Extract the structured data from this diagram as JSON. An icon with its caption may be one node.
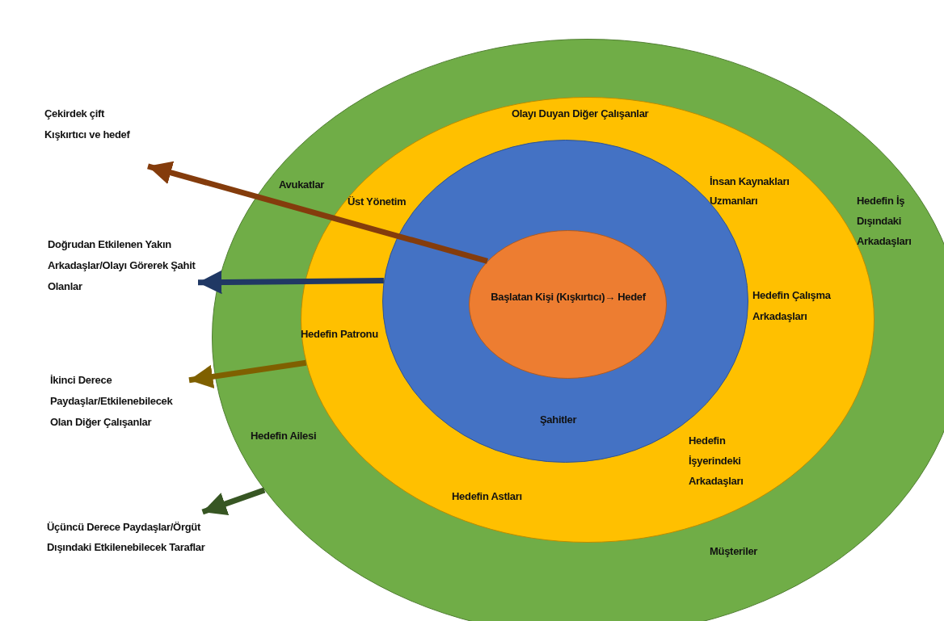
{
  "diagram": {
    "nodes": [
      {
        "text": [
          "Avukatlar",
          "Hedefin İş Dışındaki Arkadaşları",
          "Hedefin Ailesi",
          "Müşteriler"
        ]
      },
      {
        "text": [
          "Olayı Duyan Diğer Çalışanlar",
          "Üst Yönetim",
          "İnsan Kaynakları Uzmanları",
          "Hedefin Çalışma Arkadaşları",
          "Hedefin Patronu",
          "Hedefin İşyerindeki Arkadaşları",
          "Hedefin Astları"
        ],
        "in": 0
      },
      {
        "text": [
          "Şahitler"
        ],
        "in": 1
      },
      {
        "text": [
          "Başlatan Kişi (Kışkırtıcı)→ Hedef"
        ],
        "in": 2
      },
      {
        "text": [
          "Çekirdek çift Kışkırtıcı ve hedef"
        ]
      },
      {
        "text": [
          "Doğrudan Etkilenen Yakın Arkadaşlar/Olayı Görerek Şahit Olanlar"
        ]
      },
      {
        "text": [
          "İkinci Derece Paydaşlar/Etkilenebilecek Olan Diğer Çalışanlar"
        ]
      },
      {
        "text": [
          "Üçüncü Derece Paydaşlar/Örgüt Dışındaki Etkilenebilecek Taraflar"
        ]
      }
    ],
    "edges": [
      {
        "from": 3,
        "to": 4,
        "arrow": "to",
        "color": "#843c0c"
      },
      {
        "from": 2,
        "to": 5,
        "arrow": "to",
        "color": "#203864"
      },
      {
        "from": 1,
        "to": 6,
        "arrow": "to",
        "color": "#7f6000"
      },
      {
        "from": 0,
        "to": 7,
        "arrow": "to",
        "color": "#375623"
      }
    ]
  }
}
